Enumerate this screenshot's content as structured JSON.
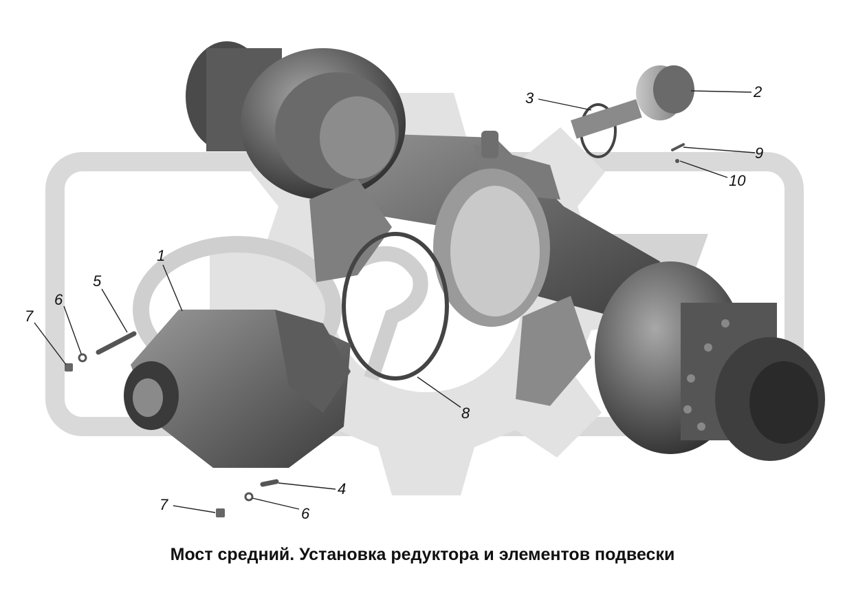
{
  "caption": "Мост средний. Установка редуктора и элементов подвески",
  "callouts": {
    "c1": "1",
    "c2": "2",
    "c3": "3",
    "c4": "4",
    "c5": "5",
    "c6a": "6",
    "c6b": "6",
    "c7a": "7",
    "c7b": "7",
    "c8": "8",
    "c9": "9",
    "c10": "10"
  },
  "colors": {
    "watermark": "#d9d9d9",
    "metal_dark": "#5a5a5a",
    "metal_mid": "#8a8a8a",
    "metal_light": "#bdbdbd",
    "leader": "#222222"
  }
}
